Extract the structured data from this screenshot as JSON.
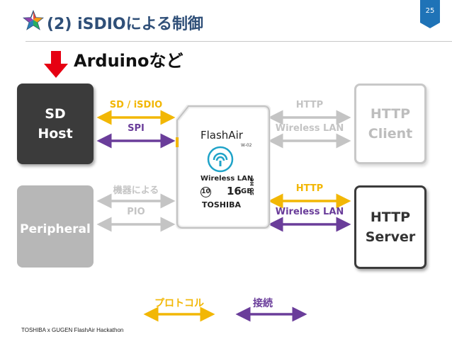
{
  "slide": {
    "title": "(2) iSDIOによる制御",
    "page_number": "25",
    "subtitle": "Arduinoなど",
    "footer": "TOSHIBA x GUGEN FlashAir Hackathon"
  },
  "colors": {
    "accent_orange": "#f2b705",
    "accent_purple": "#6a3d9a",
    "ghost_gray": "#c4c4c4",
    "dark_box": "#3b3b3b",
    "badge_blue": "#1f73b7",
    "arrow_red": "#e60012"
  },
  "nodes": {
    "sd_host": "SD\nHost",
    "peripheral": "Peripheral",
    "http_client": "HTTP\nClient",
    "http_server": "HTTP\nServer"
  },
  "links": {
    "sd_isdio": "SD / iSDIO",
    "spi": "SPI",
    "device_dependent": "機器による",
    "pio": "PIO",
    "http_upper": "HTTP",
    "wireless_lan_upper": "Wireless LAN",
    "http_lower": "HTTP",
    "wireless_lan_lower": "Wireless LAN"
  },
  "card": {
    "brand": "FlashAir",
    "model": "W-02",
    "wireless": "Wireless LAN",
    "class_mark": "10",
    "capacity": "16",
    "unit": "GB",
    "maker": "TOSHIBA",
    "type_mark": "SD HC"
  },
  "legend": {
    "protocol": "プロトコル",
    "connection": "接続"
  },
  "icons": [
    "star-logo-icon",
    "down-arrow-icon",
    "wifi-icon"
  ]
}
